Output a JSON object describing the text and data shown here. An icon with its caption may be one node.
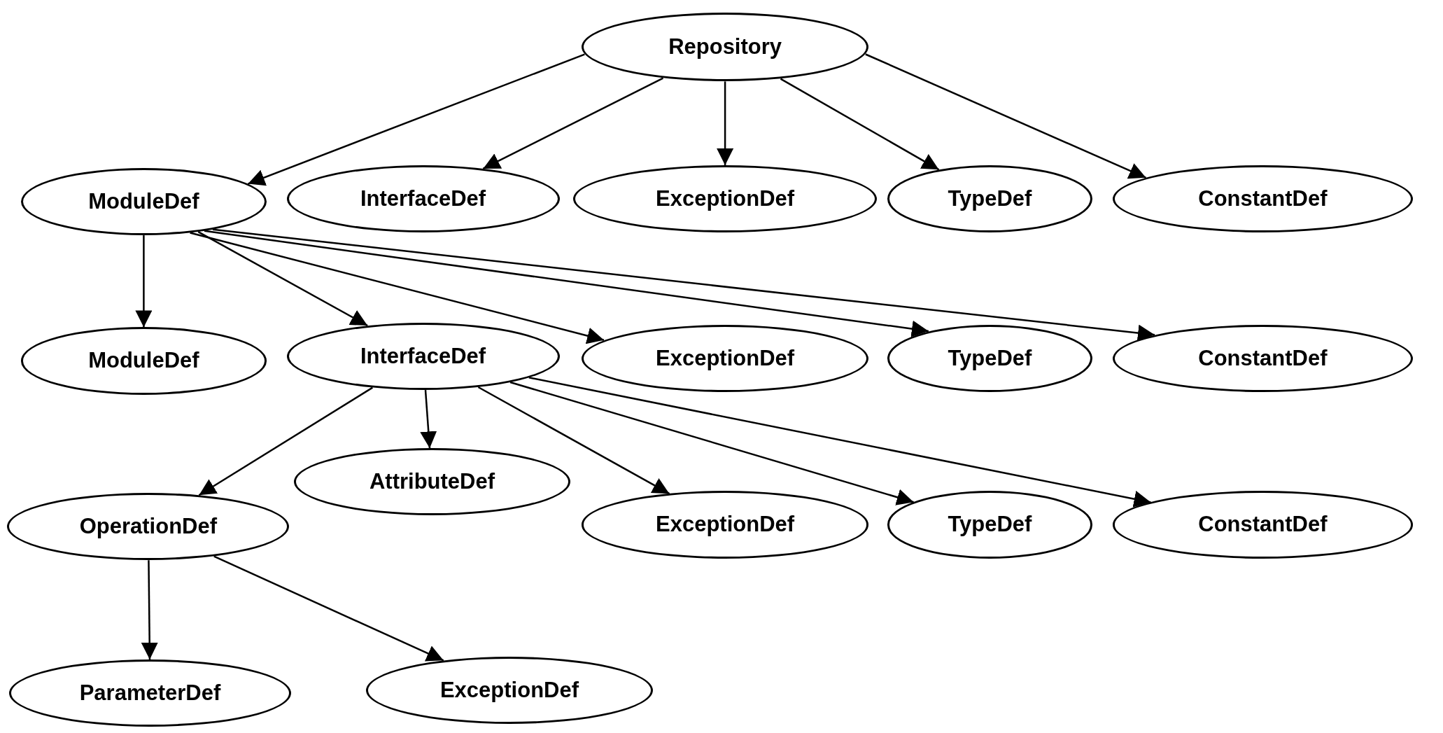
{
  "diagram": {
    "nodes": [
      {
        "text": [
          "Repository"
        ]
      },
      {
        "text": [
          "ModuleDef"
        ]
      },
      {
        "text": [
          "InterfaceDef"
        ]
      },
      {
        "text": [
          "ExceptionDef"
        ]
      },
      {
        "text": [
          "TypeDef"
        ]
      },
      {
        "text": [
          "ConstantDef"
        ]
      },
      {
        "text": [
          "ModuleDef"
        ]
      },
      {
        "text": [
          "InterfaceDef"
        ]
      },
      {
        "text": [
          "ExceptionDef"
        ]
      },
      {
        "text": [
          "TypeDef"
        ]
      },
      {
        "text": [
          "ConstantDef"
        ]
      },
      {
        "text": [
          "AttributeDef"
        ]
      },
      {
        "text": [
          "OperationDef"
        ]
      },
      {
        "text": [
          "ExceptionDef"
        ]
      },
      {
        "text": [
          "TypeDef"
        ]
      },
      {
        "text": [
          "ConstantDef"
        ]
      },
      {
        "text": [
          "ParameterDef"
        ]
      },
      {
        "text": [
          "ExceptionDef"
        ]
      }
    ],
    "edges": [
      {
        "from": 0,
        "to": 1,
        "arrow": "to"
      },
      {
        "from": 0,
        "to": 2,
        "arrow": "to"
      },
      {
        "from": 0,
        "to": 3,
        "arrow": "to"
      },
      {
        "from": 0,
        "to": 4,
        "arrow": "to"
      },
      {
        "from": 0,
        "to": 5,
        "arrow": "to"
      },
      {
        "from": 1,
        "to": 6,
        "arrow": "to"
      },
      {
        "from": 1,
        "to": 7,
        "arrow": "to"
      },
      {
        "from": 1,
        "to": 8,
        "arrow": "to"
      },
      {
        "from": 1,
        "to": 9,
        "arrow": "to"
      },
      {
        "from": 1,
        "to": 10,
        "arrow": "to"
      },
      {
        "from": 7,
        "to": 12,
        "arrow": "to"
      },
      {
        "from": 7,
        "to": 11,
        "arrow": "to"
      },
      {
        "from": 7,
        "to": 13,
        "arrow": "to"
      },
      {
        "from": 7,
        "to": 14,
        "arrow": "to"
      },
      {
        "from": 7,
        "to": 15,
        "arrow": "to"
      },
      {
        "from": 12,
        "to": 16,
        "arrow": "to"
      },
      {
        "from": 12,
        "to": 17,
        "arrow": "to"
      }
    ]
  }
}
